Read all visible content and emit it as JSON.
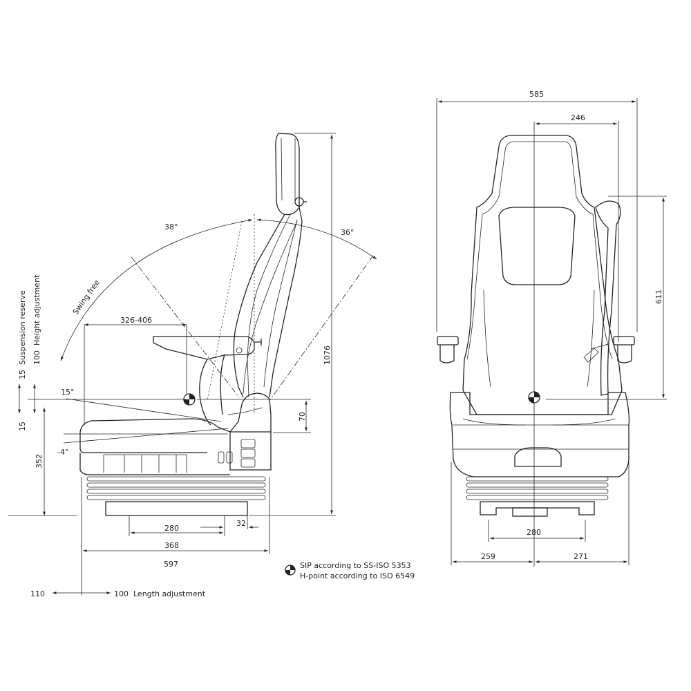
{
  "side_view": {
    "swing_free": "Swing free",
    "angle_back_front": "38°",
    "angle_back_rear": "36°",
    "armrest_range": "326-406",
    "angle_cushion_up": "15°",
    "angle_cushion_down": "-4°",
    "suspension_reserve": "Suspension reserve",
    "height_adjustment": "Height adjustment",
    "suspension_value": "15",
    "height_value": "100",
    "lower_15": "15",
    "height_352": "352",
    "sip_height_70": "70",
    "total_height": "1076",
    "base_280": "280",
    "offset_32": "32",
    "depth_368": "368",
    "depth_597": "597",
    "length_110": "110",
    "length_100": "100",
    "length_adjustment": "Length adjustment"
  },
  "front_view": {
    "width_585": "585",
    "offset_246": "246",
    "height_611": "611",
    "base_280": "280",
    "left_259": "259",
    "right_271": "271"
  },
  "legend": {
    "line1": "SIP according to SS-ISO 5353",
    "line2": "H-point according to ISO 6549"
  }
}
